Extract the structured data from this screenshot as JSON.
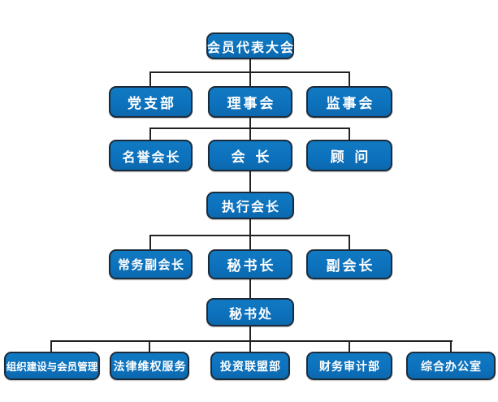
{
  "org_chart": {
    "type": "org-chart",
    "nodes": {
      "member_assembly": {
        "label": "会员代表大会"
      },
      "party_branch": {
        "label": "党支部"
      },
      "council": {
        "label": "理事会"
      },
      "supervisory_board": {
        "label": "监事会"
      },
      "honorary_president": {
        "label": "名誉会长"
      },
      "president": {
        "label": "会 长"
      },
      "advisor": {
        "label": "顾 问"
      },
      "executive_president": {
        "label": "执行会长"
      },
      "executive_vice_president": {
        "label": "常务副会长"
      },
      "secretary_general": {
        "label": "秘书长"
      },
      "vice_president": {
        "label": "副会长"
      },
      "secretariat": {
        "label": "秘书处"
      },
      "org_building_member_mgmt": {
        "label": "组织建设与会员管理"
      },
      "legal_rights_service": {
        "label": "法律维权服务"
      },
      "investment_alliance_dept": {
        "label": "投资联盟部"
      },
      "finance_audit_dept": {
        "label": "财务审计部"
      },
      "general_office": {
        "label": "综合办公室"
      }
    },
    "edges": [
      [
        "member_assembly",
        [
          "party_branch",
          "council",
          "supervisory_board"
        ]
      ],
      [
        "council",
        [
          "honorary_president",
          "president",
          "advisor"
        ]
      ],
      [
        "president",
        [
          "executive_president"
        ]
      ],
      [
        "executive_president",
        [
          "executive_vice_president",
          "secretary_general",
          "vice_president"
        ]
      ],
      [
        "secretary_general",
        [
          "secretariat"
        ]
      ],
      [
        "secretariat",
        [
          "org_building_member_mgmt",
          "legal_rights_service",
          "investment_alliance_dept",
          "finance_audit_dept",
          "general_office"
        ]
      ]
    ],
    "colors": {
      "box_fill": "#0d72bd",
      "box_border": "#1c2b3a",
      "connector": "#222222",
      "text": "#ffffff",
      "background": "#ffffff"
    }
  }
}
